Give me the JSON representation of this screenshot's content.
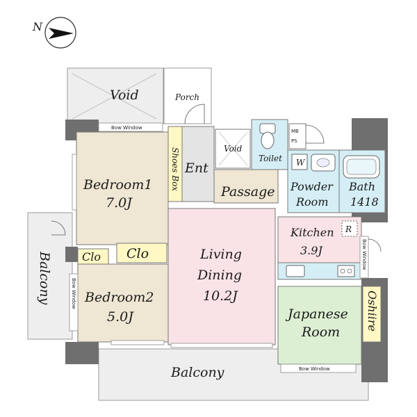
{
  "compass": {
    "label": "N",
    "icon": "compass-north-arrow-icon"
  },
  "rooms": {
    "void_top": "Void",
    "porch": "Porch",
    "bow_window_bedroom1": "Bow Window",
    "shoes_box": "Shoes Box",
    "ent": "Ent",
    "void_small": "Void",
    "toilet": "Toilet",
    "mb": "MB",
    "ps": "PS",
    "w_label": "W",
    "passage": "Passage",
    "powder_room_line1": "Powder",
    "powder_room_line2": "Room",
    "bath": "Bath",
    "bath_size": "1418",
    "bedroom1": "Bedroom1",
    "bedroom1_size": "7.0J",
    "kitchen": "Kitchen",
    "kitchen_size": "3.9J",
    "r_label": "R",
    "bow_window_kitchen": "Bow Window",
    "clo_1": "Clo",
    "clo_2": "Clo",
    "living_line1": "Living",
    "living_line2": "Dining",
    "living_size": "10.2J",
    "balcony_left": "Balcony",
    "bow_window_bedroom2": "Bow Window",
    "bedroom2": "Bedroom2",
    "bedroom2_size": "5.0J",
    "japanese_line1": "Japanese",
    "japanese_line2": "Room",
    "oshiire": "Oshiire",
    "bow_window_japanese": "Bow Window",
    "balcony_bottom": "Balcony"
  },
  "colors": {
    "bedroom": "#efe6d3",
    "living": "#f9e3e6",
    "japanese": "#dcefd3",
    "water": "#d5eef5",
    "kitchen": "#f9e3e6",
    "closet": "#fff8c4",
    "entry": "#e4e4e4",
    "wall": "#6f6f6f",
    "outdoor": "#eeeeee"
  }
}
